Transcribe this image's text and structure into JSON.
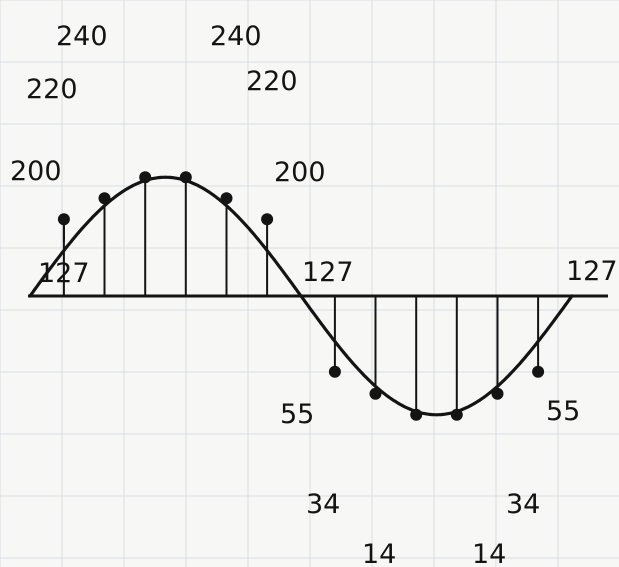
{
  "colors": {
    "ink": "#141414",
    "paper": "#f7f7f5",
    "background_grid": "#d9dde2"
  },
  "chart_data": {
    "type": "line",
    "description_hidden": false,
    "samples": [
      {
        "value": 127,
        "label": "127"
      },
      {
        "value": 200,
        "label": "200"
      },
      {
        "value": 220,
        "label": "220"
      },
      {
        "value": 240,
        "label": "240"
      },
      {
        "value": 240,
        "label": "240"
      },
      {
        "value": 220,
        "label": "220"
      },
      {
        "value": 200,
        "label": "200"
      },
      {
        "value": 127,
        "label": "127"
      },
      {
        "value": 55,
        "label": "55"
      },
      {
        "value": 34,
        "label": "34"
      },
      {
        "value": 14,
        "label": "14"
      },
      {
        "value": 14,
        "label": "14"
      },
      {
        "value": 34,
        "label": "34"
      },
      {
        "value": 55,
        "label": "55"
      },
      {
        "value": 127,
        "label": "127"
      }
    ]
  }
}
